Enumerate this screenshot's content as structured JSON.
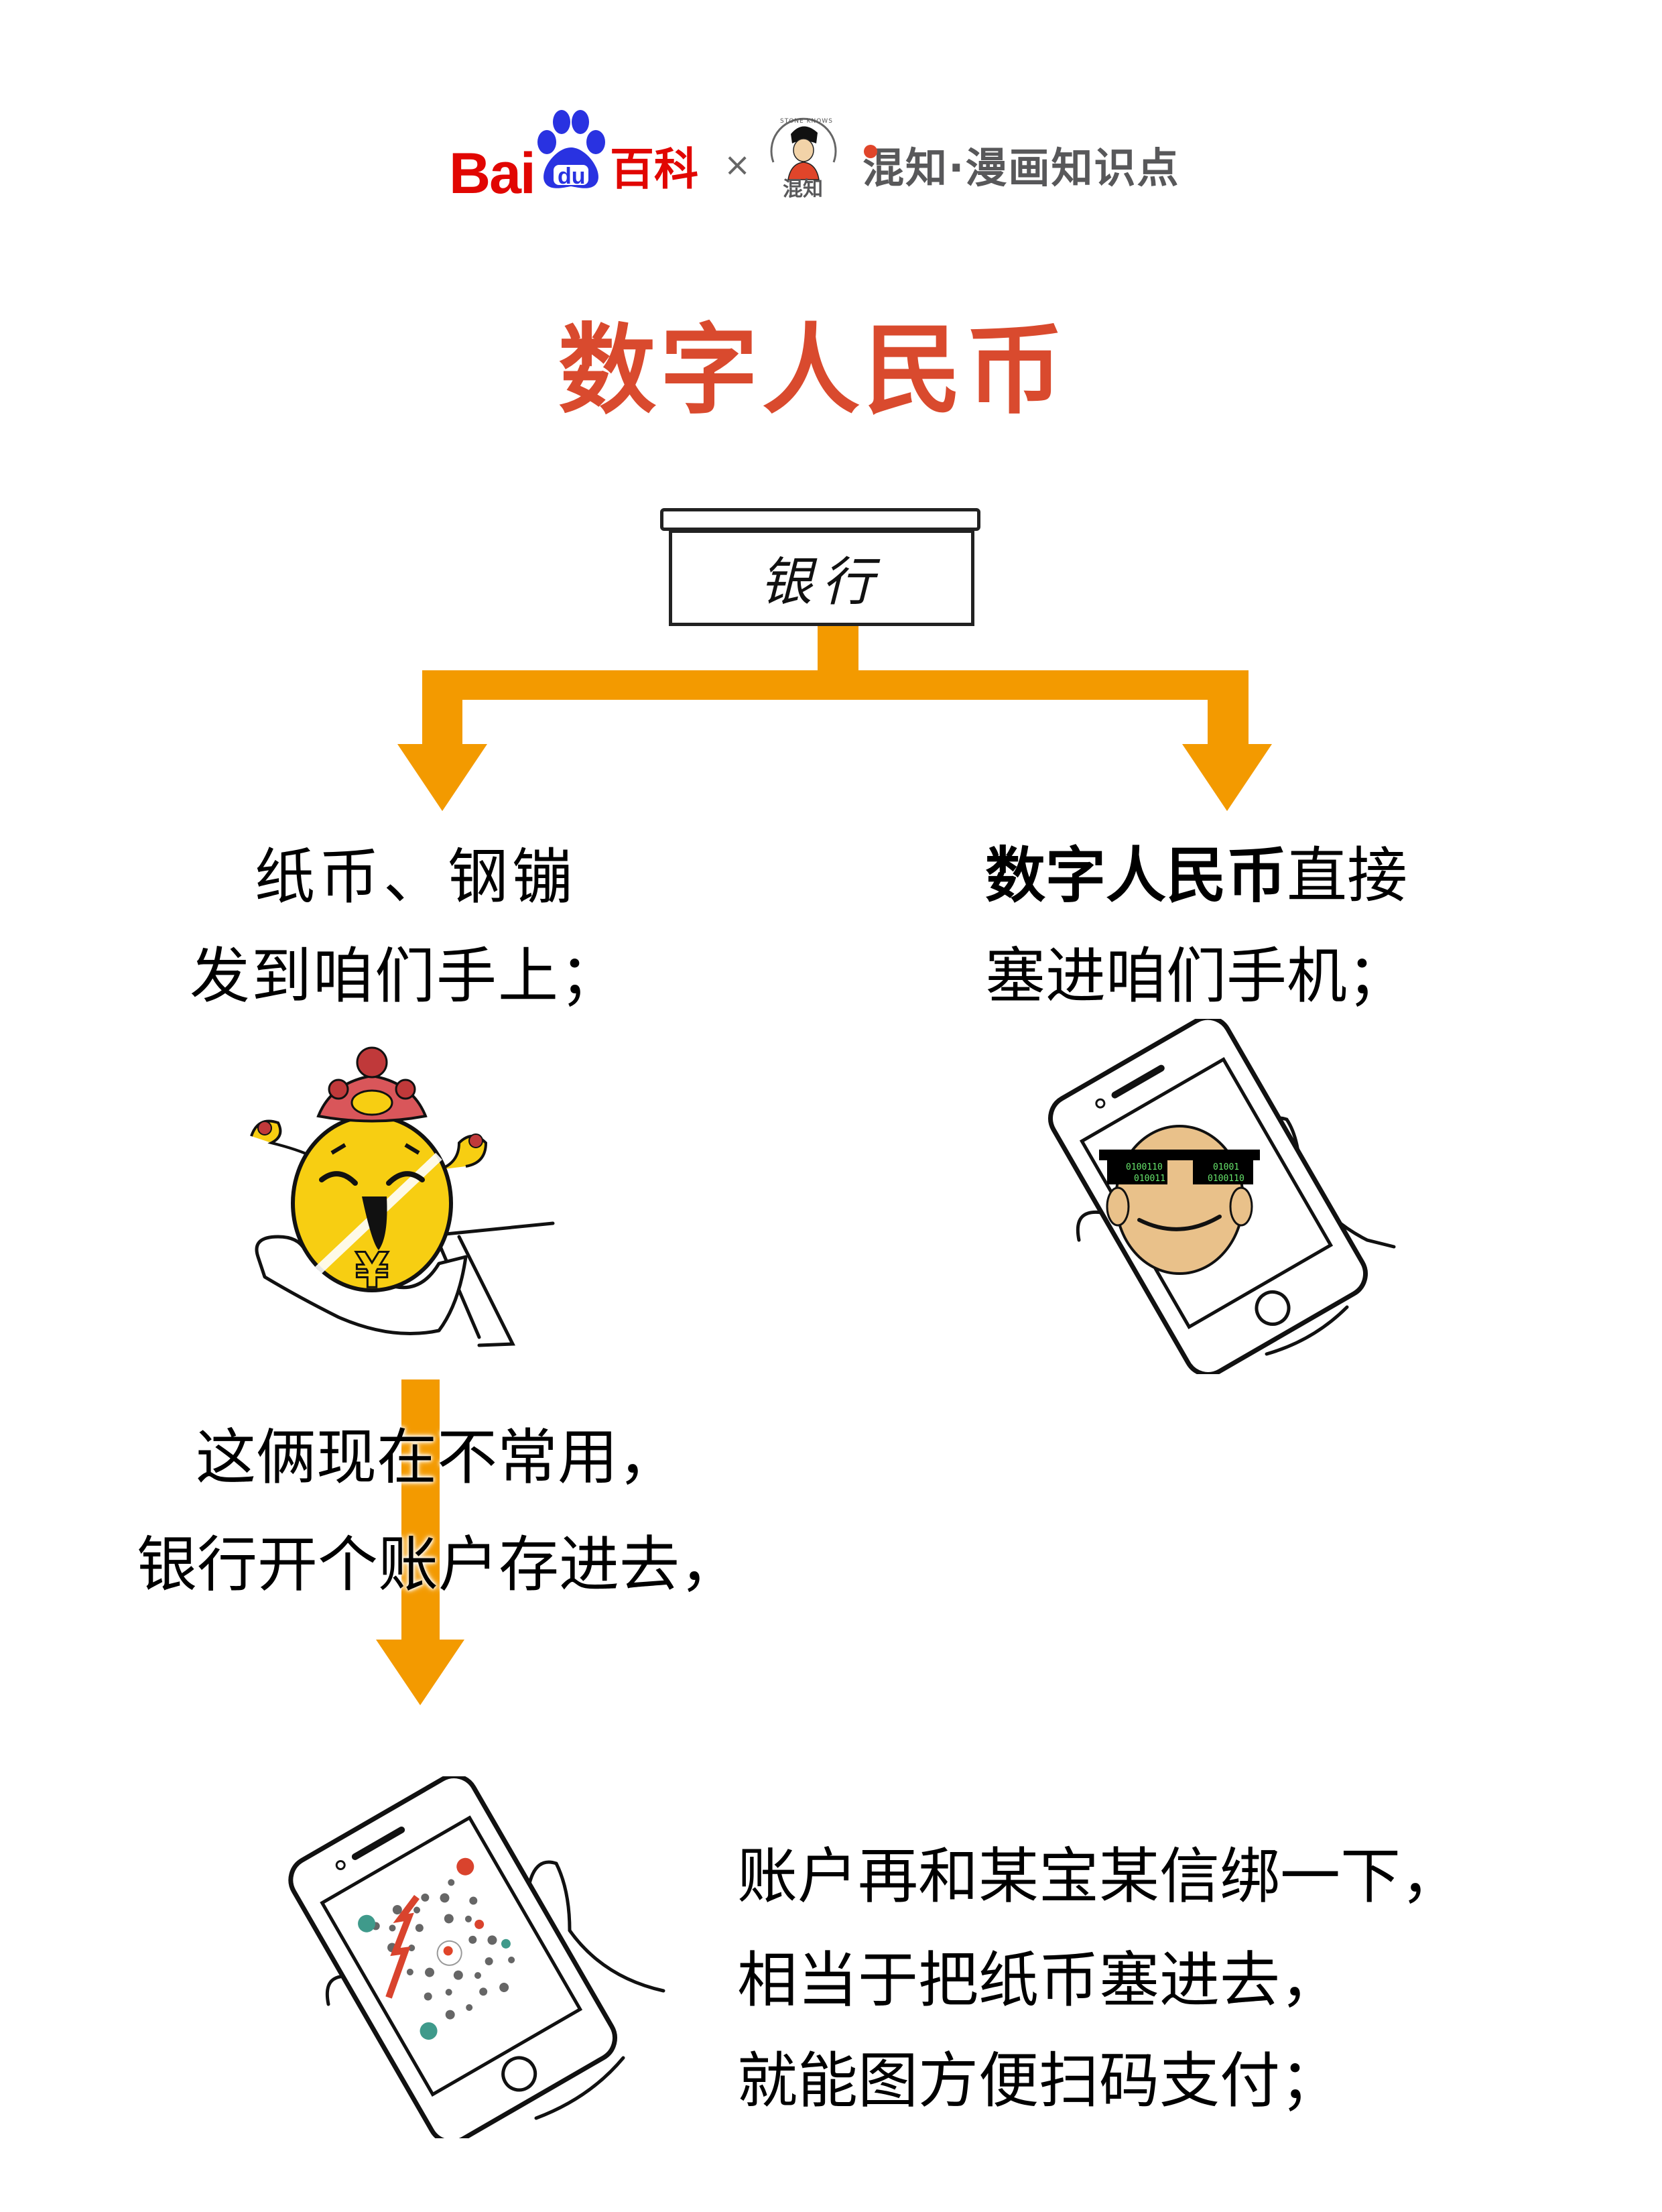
{
  "header": {
    "baidu_logo": {
      "latin": "Bai",
      "paw_text": "du",
      "cn": "百科",
      "red": "#E10602",
      "blue": "#2932E1"
    },
    "separator": "×",
    "partner_avatar": {
      "arc_text": "STONE KNOWS",
      "label": "混知"
    },
    "partner_title": "混知·漫画知识点",
    "partner_color": "#58585A"
  },
  "title": {
    "text": "数字人民币",
    "color": "#D94A2E"
  },
  "bank_sign": {
    "label": "银行"
  },
  "flow_color": "#F39A00",
  "left_branch": {
    "line1": "纸币、钢镚",
    "line2": "发到咱们手上；",
    "illustration": {
      "icon": "coin-mascot-in-hand",
      "symbol": "¥"
    }
  },
  "right_branch": {
    "line1_bold": "数字人民币",
    "line1_rest": "直接",
    "line2": "塞进咱们手机；",
    "illustration": {
      "icon": "phone-with-cool-coin",
      "glasses_binary": [
        "0100110",
        "010011",
        "01001",
        "0100110"
      ]
    }
  },
  "middle_step": {
    "line1": "这俩现在不常用，",
    "line2": "银行开个账户存进去，"
  },
  "final_step": {
    "line1": "账户再和某宝某信绑一下，",
    "line2": "相当于把纸币塞进去，",
    "line3": "就能图方便扫码支付；",
    "illustration": {
      "icon": "phone-with-qr-code"
    }
  }
}
